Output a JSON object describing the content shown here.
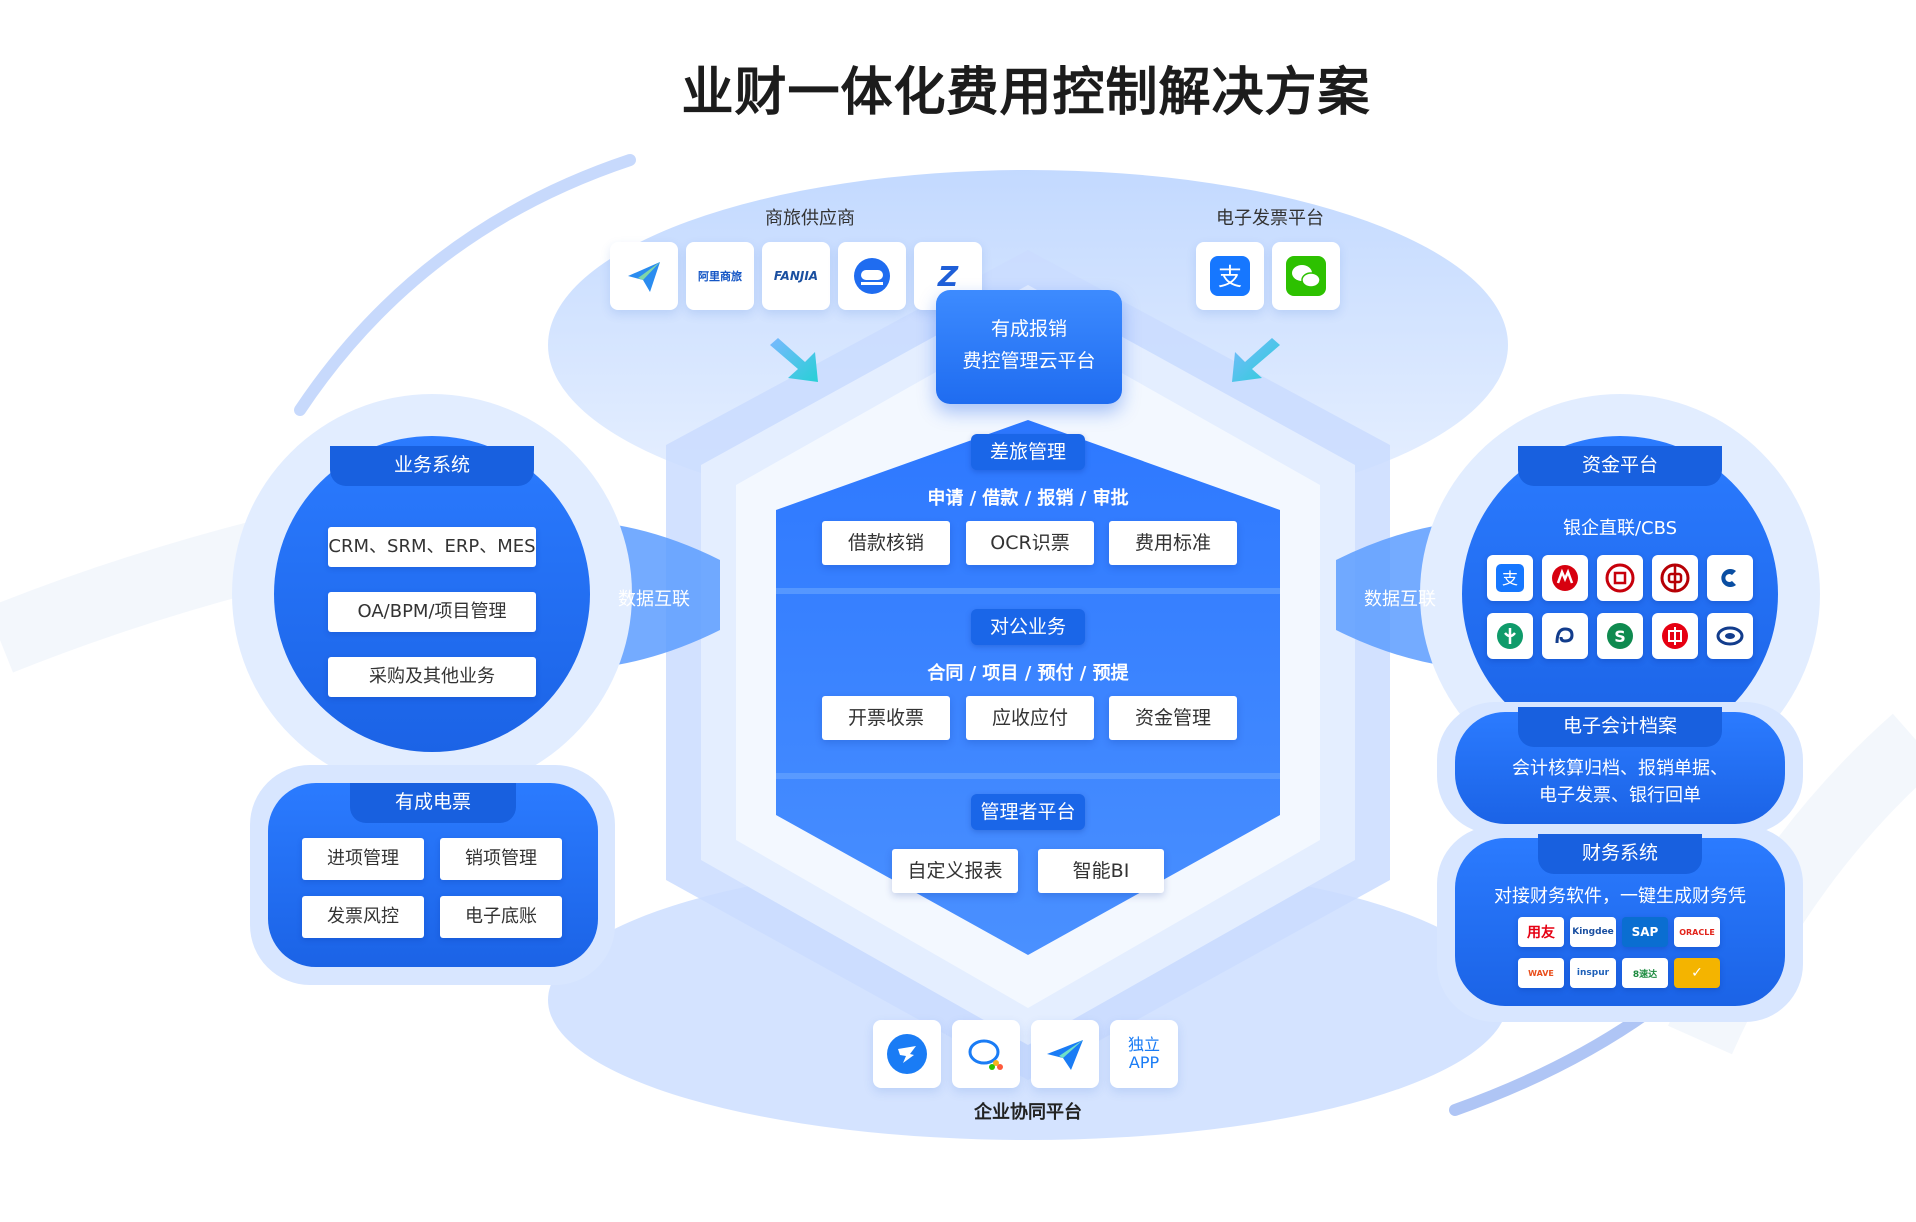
{
  "title": "业财一体化费用控制解决方案",
  "colors": {
    "primary": "#1f6cf0",
    "light": "#dbe9ff",
    "text": "#333333"
  },
  "top": {
    "travel_label": "商旅供应商",
    "invoice_label": "电子发票平台",
    "travel_icons": [
      {
        "name": "paper-plane-icon"
      },
      {
        "name": "alibaba-travel-logo",
        "text": "阿里商旅"
      },
      {
        "name": "fanjia-logo",
        "text": "FANJIA"
      },
      {
        "name": "train-icon"
      },
      {
        "name": "z-travel-logo",
        "text": "Z"
      }
    ],
    "invoice_icons": [
      {
        "name": "alipay-icon"
      },
      {
        "name": "wechat-icon"
      }
    ]
  },
  "platform": {
    "line1": "有成报销",
    "line2": "费控管理云平台"
  },
  "center": {
    "travel": {
      "title": "差旅管理",
      "sub": "申请 /  借款 / 报销 / 审批",
      "buttons": [
        "借款核销",
        "OCR识票",
        "费用标准"
      ]
    },
    "corporate": {
      "title": "对公业务",
      "sub": "合同 /  项目 / 预付 / 预提",
      "buttons": [
        "开票收票",
        "应收应付",
        "资金管理"
      ]
    },
    "manager": {
      "title": "管理者平台",
      "buttons": [
        "自定义报表",
        "智能BI"
      ]
    }
  },
  "left": {
    "business": {
      "title": "业务系统",
      "items": [
        "CRM、SRM、ERP、MES",
        "OA/BPM/项目管理",
        "采购及其他业务"
      ]
    },
    "link_label": "数据互联",
    "einvoice": {
      "title": "有成电票",
      "items": [
        "进项管理",
        "销项管理",
        "发票风控",
        "电子底账"
      ]
    }
  },
  "right": {
    "funds": {
      "title": "资金平台",
      "sub": "银企直联/CBS"
    },
    "link_label": "数据互联",
    "archive": {
      "title": "电子会计档案",
      "line1": "会计核算归档、报销单据、",
      "line2": "电子发票、银行回单"
    },
    "finance": {
      "title": "财务系统",
      "sub": "对接财务软件，一键生成财务凭",
      "software": [
        {
          "text": "用友",
          "color": "#e60012"
        },
        {
          "text": "Kingdee",
          "color": "#1a4fa0"
        },
        {
          "text": "SAP",
          "color": "#0a6ed1"
        },
        {
          "text": "ORACLE",
          "color": "#e2231a"
        },
        {
          "text": "WAVE",
          "color": "#e94e1b"
        },
        {
          "text": "inspur",
          "color": "#1d5fb8"
        },
        {
          "text": "8速达",
          "color": "#1b8a3e"
        },
        {
          "text": "✓",
          "color": "#f4b400"
        }
      ]
    }
  },
  "bottom": {
    "label": "企业协同平台",
    "icons": [
      {
        "name": "dingtalk-icon"
      },
      {
        "name": "wecom-icon"
      },
      {
        "name": "feishu-icon"
      }
    ],
    "app_line1": "独立",
    "app_line2": "APP"
  }
}
